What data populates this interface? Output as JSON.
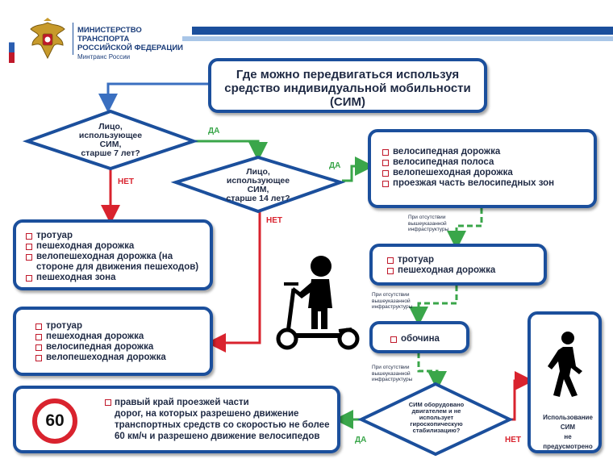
{
  "header": {
    "ministry_line1": "МИНИСТЕРСТВО ТРАНСПОРТА",
    "ministry_line2": "РОССИЙСКОЙ ФЕДЕРАЦИИ",
    "ministry_line3": "Минтранс России"
  },
  "title": {
    "line1": "Где можно передвигаться используя",
    "line2": "средство индивидуальной мобильности",
    "line3": "(СИМ)"
  },
  "decision1": {
    "line1": "Лицо,",
    "line2": "использующее",
    "line3": "СИМ,",
    "line4": "старше 7 лет?"
  },
  "decision2": {
    "line1": "Лицо,",
    "line2": "использующее",
    "line3": "СИМ,",
    "line4": "старше 14 лет?"
  },
  "decision3": {
    "line1": "СИМ оборудовано",
    "line2": "двигателем и не",
    "line3": "использует",
    "line4": "гироскопическую",
    "line5": "стабилизацию?"
  },
  "labels": {
    "yes1": "ДА",
    "no1": "НЕТ",
    "yes2": "ДА",
    "no2": "НЕТ",
    "yes3": "ДА",
    "no3": "НЕТ"
  },
  "box_over14": {
    "items": [
      "велосипедная дорожка",
      "велосипедная полоса",
      "велопешеходная дорожка",
      "проезжая часть велосипедных зон"
    ]
  },
  "box_under7": {
    "items": [
      "тротуар",
      "пешеходная дорожка",
      "велопешеходная дорожка (на стороне для движения пешеходов)",
      "пешеходная зона"
    ]
  },
  "box_7to14": {
    "items": [
      "тротуар",
      "пешеходная дорожка",
      "велосипедная дорожка",
      "велопешеходная дорожка"
    ]
  },
  "box_sidewalk": {
    "items": [
      "тротуар",
      "пешеходная дорожка"
    ]
  },
  "box_shoulder": {
    "items": [
      "обочина"
    ]
  },
  "box_road": {
    "line1": "правый край проезжей части",
    "line2": "дорог, на которых разрешено движение",
    "line3": "транспортных средств со скоростью не более",
    "line4": "60 км/ч и разрешено движение велосипедов",
    "speed_sign": "60"
  },
  "box_forbidden": {
    "line1": "Использование",
    "line2": "СИМ",
    "line3": "не",
    "line4": "предусмотрено"
  },
  "notes": {
    "n1_l1": "При отсутствии",
    "n1_l2": "вышеуказанной",
    "n1_l3": "инфраструктуры",
    "n2_l1": "При отсутствии",
    "n2_l2": "вышеуказанной",
    "n2_l3": "инфраструктуры",
    "n3_l1": "При отсутствии",
    "n3_l2": "вышеуказанной",
    "n3_l3": "инфраструктуры"
  },
  "colors": {
    "frame": "#1b4f9c",
    "yes": "#3aa64a",
    "no": "#d9232e",
    "flow": "#3a6fc0",
    "text": "#1f2a44"
  },
  "icons": [
    "coat-of-arms-emblem",
    "scooter-child-icon",
    "pedestrian-icon",
    "speed-limit-60-sign"
  ]
}
